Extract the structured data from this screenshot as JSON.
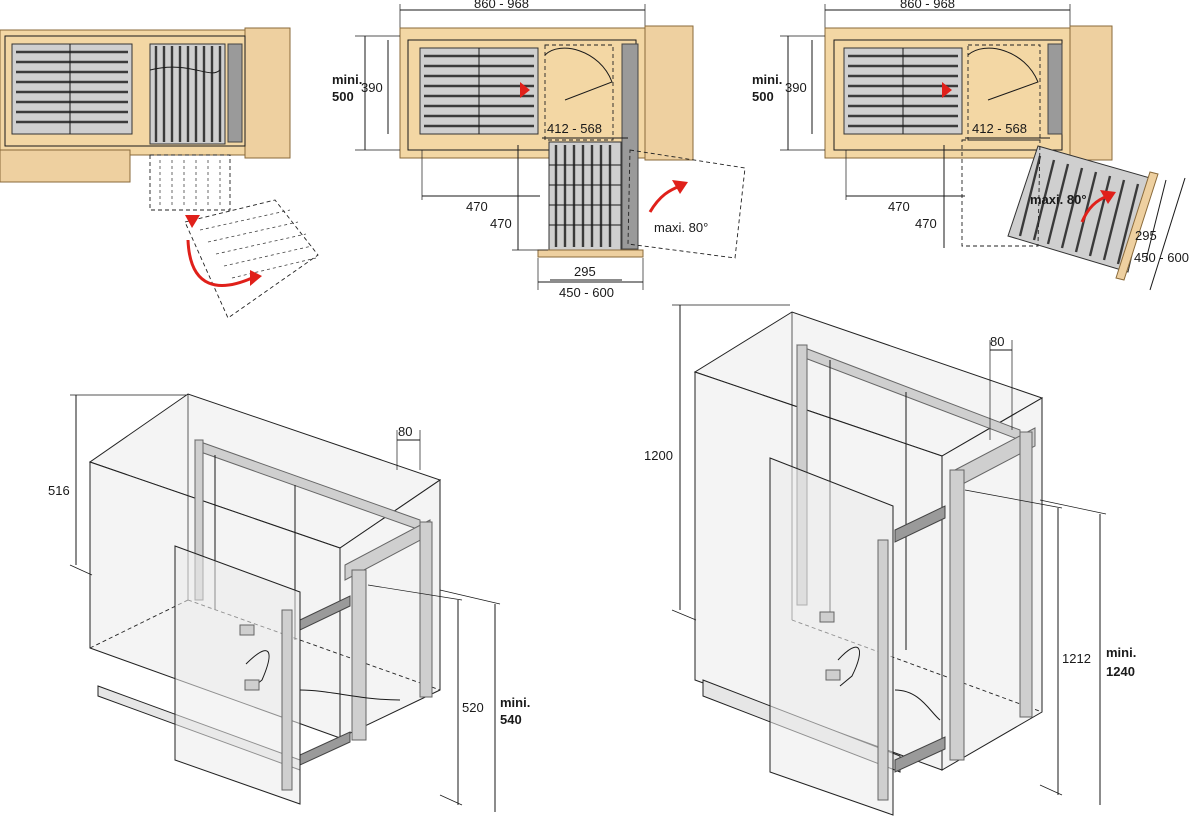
{
  "top_left": {
    "description_free": true
  },
  "top_middle": {
    "width_range": "860 - 968",
    "mini_label": "mini.",
    "mini_value": "500",
    "depth": "390",
    "extend_range": "412 - 568",
    "offset_x": "470",
    "offset_y": "470",
    "angle": "maxi. 80°",
    "basket_width": "295",
    "cabinet_range": "450 - 600"
  },
  "top_right": {
    "width_range": "860 - 968",
    "mini_label": "mini.",
    "mini_value": "500",
    "depth": "390",
    "extend_range": "412 - 568",
    "offset_x": "470",
    "offset_y": "470",
    "angle": "maxi. 80°",
    "basket_width": "295",
    "cabinet_range": "450 - 600"
  },
  "bottom_left": {
    "top_gap": "80",
    "depth": "516",
    "height": "520",
    "mini_label": "mini.",
    "mini_value": "540"
  },
  "bottom_right": {
    "top_gap": "80",
    "height": "1200",
    "inner_height": "1212",
    "mini_label": "mini.",
    "mini_value": "1240"
  },
  "colors": {
    "wood": "#f3d7a4",
    "accent_red": "#e0201a",
    "metal": "#9a9a9a"
  }
}
